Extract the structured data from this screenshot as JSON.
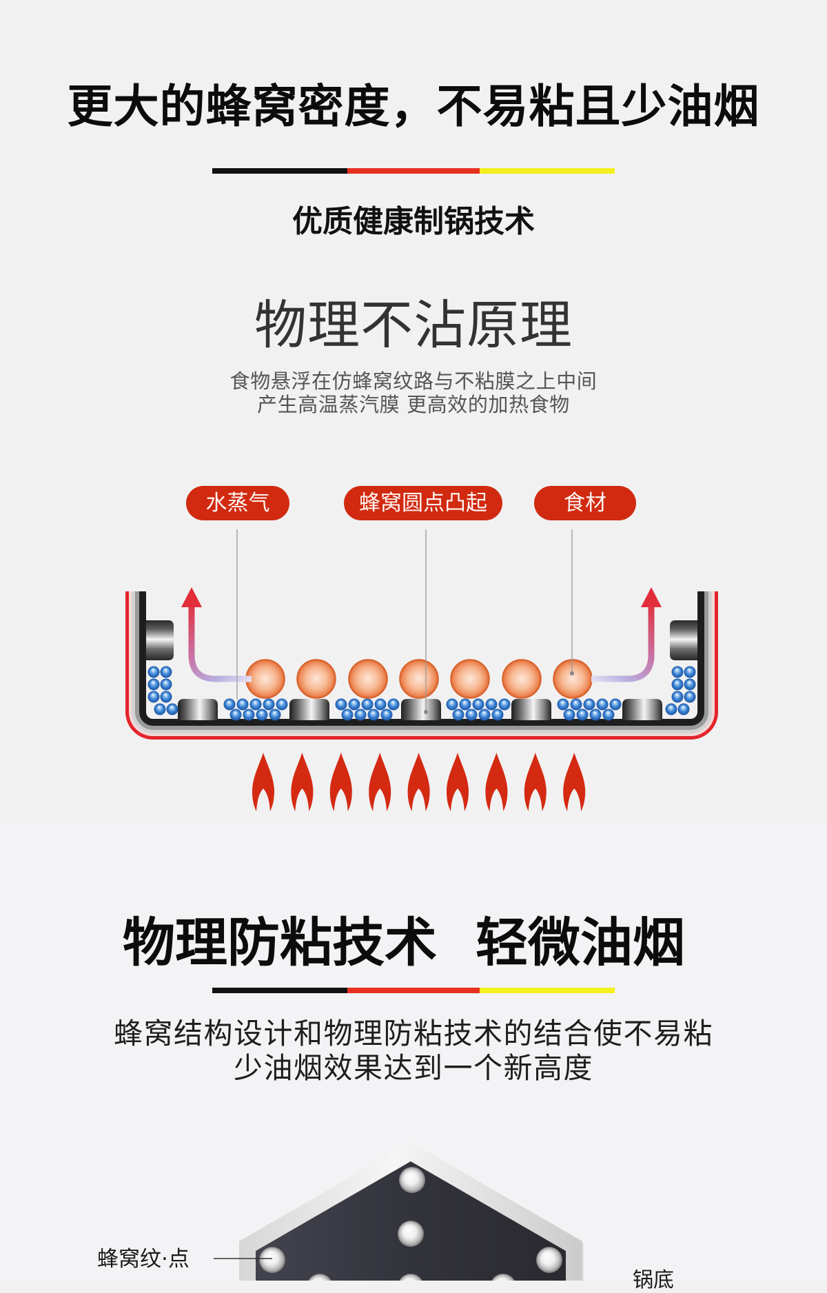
{
  "theme": {
    "bg-top": "#f1f1f1",
    "bg-bottom": "#f3f2f4",
    "bar-black": "#111111",
    "bar-red": "#e6301f",
    "bar-yellow": "#f3f01e",
    "pill_red": "#d12a10",
    "flame_red": "#d42a12",
    "food_orange": "#ee8a58",
    "water_blue": "#3b82d4"
  },
  "section1": {
    "title": "更大的蜂窝密度，不易粘且少油烟",
    "subtitle": "优质健康制锅技术",
    "principle": {
      "heading": "物理不沾原理",
      "description": [
        "食物悬浮在仿蜂窝纹路与不粘膜之上中间",
        "产生高温蒸汽膜 更高效的加热食物"
      ]
    },
    "diagram": {
      "labels": [
        {
          "text": "水蒸气"
        },
        {
          "text": "蜂窝圆点凸起"
        },
        {
          "text": "食材"
        }
      ],
      "food_count": 7,
      "honeycomb_bump_count": 5,
      "flame_count": 9
    }
  },
  "section2": {
    "heading": [
      "物理防粘技术",
      "轻微油烟"
    ],
    "description": [
      "蜂窝结构设计和物理防粘技术的结合使不易粘",
      "少油烟效果达到一个新高度"
    ],
    "diagram": {
      "labels": {
        "honeycomb_dot": "蜂窝纹·点",
        "bottom": "锅底"
      }
    }
  }
}
